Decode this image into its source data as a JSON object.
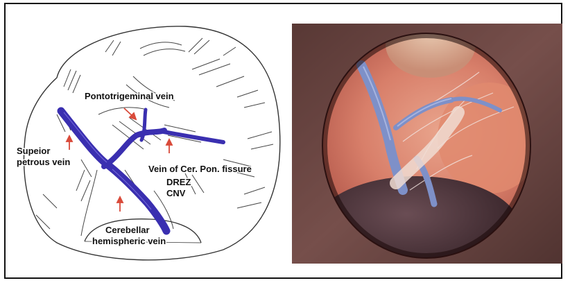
{
  "figure": {
    "labels": {
      "pontotrigeminal": "Pontotrigeminal vein",
      "superior_line1": "Supeior",
      "superior_line2": "petrous vein",
      "cer_pon_fissure": "Vein of Cer. Pon. fissure",
      "drez": "DREZ",
      "cnv": "CNV",
      "cerebellar_line1": "Cerebellar",
      "cerebellar_line2": "hemispheric vein"
    },
    "colors": {
      "vein": "#3a2fb0",
      "arrow": "#d94a3a",
      "sketch_line": "#333333"
    }
  }
}
